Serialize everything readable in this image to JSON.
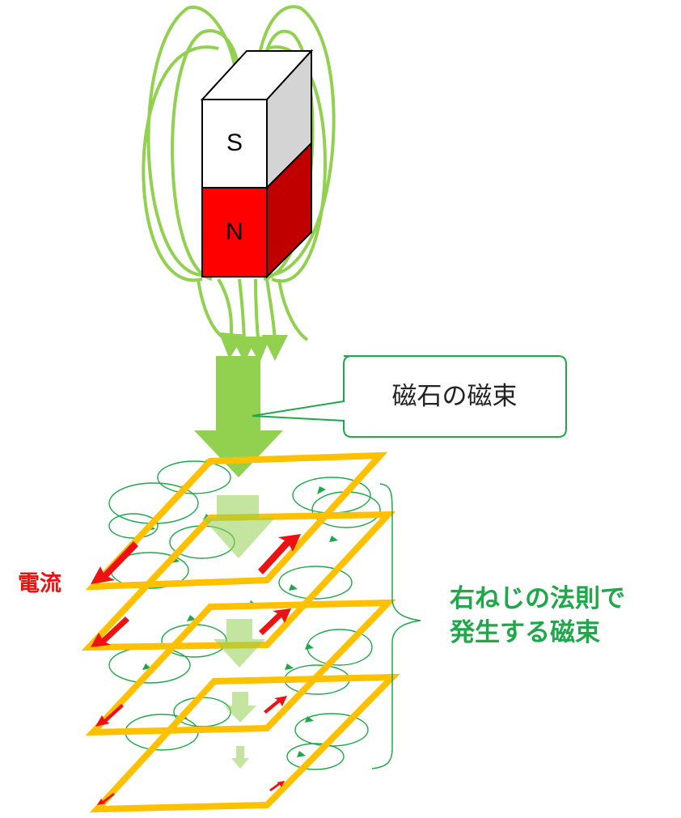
{
  "magnet": {
    "south_label": "S",
    "north_label": "N",
    "colors": {
      "south_face": "#ffffff",
      "south_side": "#d4d4d4",
      "north_face": "#ff0000",
      "north_side": "#c00000"
    }
  },
  "callout": {
    "text": "磁石の磁束"
  },
  "current_label": "電流",
  "rule_label": {
    "line1": "右ねじの法則で",
    "line2": "発生する磁束"
  },
  "colors": {
    "field_line": "#92d050",
    "coil": "#ffc000",
    "current_arrow": "#ee1111",
    "induced_field": "#1fa84a",
    "callout_border": "#1fa84a"
  }
}
